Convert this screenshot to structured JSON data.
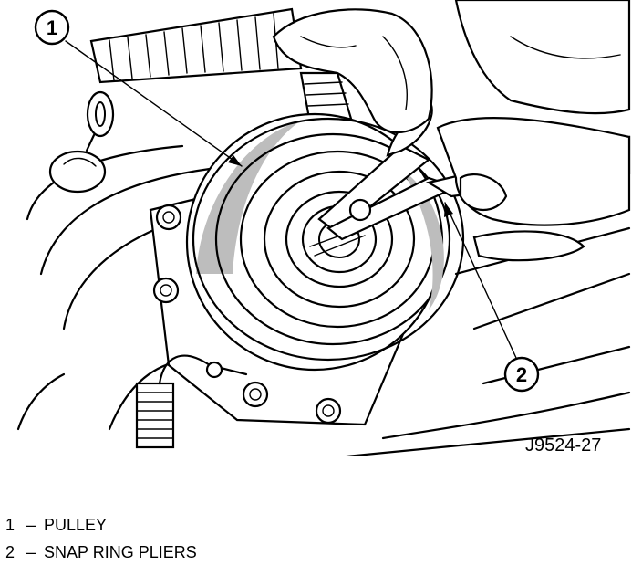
{
  "figure": {
    "id_label": "J9524-27",
    "callouts": [
      {
        "number": "1"
      },
      {
        "number": "2"
      }
    ]
  },
  "legend": [
    {
      "number": "1",
      "separator": "–",
      "label": "PULLEY"
    },
    {
      "number": "2",
      "separator": "–",
      "label": "SNAP RING PLIERS"
    }
  ]
}
